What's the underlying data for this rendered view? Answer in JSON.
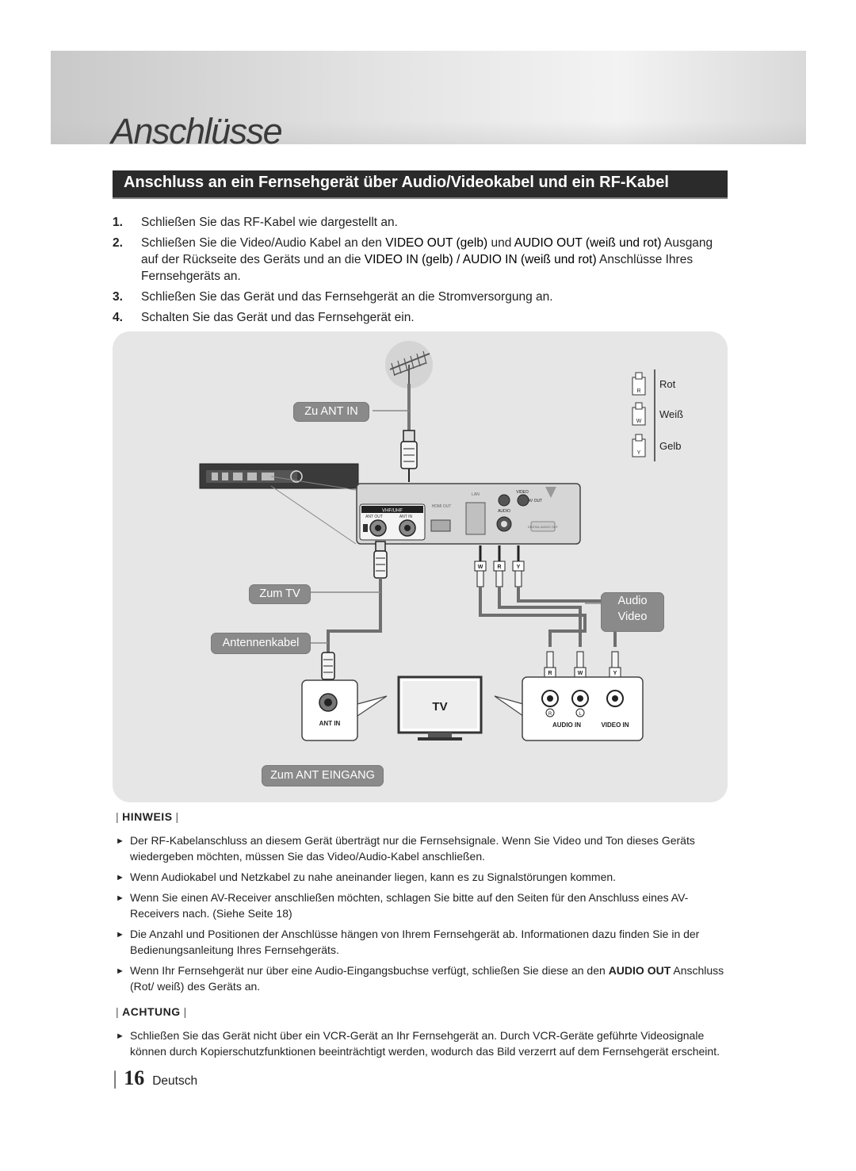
{
  "page": {
    "title": "Anschlüsse",
    "section_title": "Anschluss an ein Fernsehgerät über Audio/Videokabel und ein RF-Kabel",
    "page_number": "16",
    "language": "Deutsch"
  },
  "steps": [
    {
      "num": "1.",
      "parts": [
        "Schließen Sie das RF-Kabel wie dargestellt an."
      ]
    },
    {
      "num": "2.",
      "parts": [
        "Schließen Sie die Video/Audio Kabel an den ",
        "VIDEO OUT (gelb)",
        " und ",
        "AUDIO OUT (weiß und rot)",
        " Ausgang auf der Rückseite des Geräts und an die ",
        "VIDEO IN (gelb) / AUDIO IN (weiß und rot)",
        " Anschlüsse Ihres Fernsehgeräts an."
      ]
    },
    {
      "num": "3.",
      "parts": [
        "Schließen Sie das Gerät und das Fernsehgerät an die Stromversorgung an."
      ]
    },
    {
      "num": "4.",
      "parts": [
        "Schalten Sie das Gerät und das Fernsehgerät ein."
      ]
    }
  ],
  "diagram": {
    "labels": {
      "zu_ant_in": "Zu ANT IN",
      "zum_tv": "Zum TV",
      "antennenkabel": "Antennenkabel",
      "audio": "Audio",
      "video": "Video",
      "zum_ant_eingang": "Zum ANT EINGANG",
      "tv": "TV",
      "ant_in": "ANT IN",
      "audio_in": "AUDIO IN",
      "video_in": "VIDEO IN",
      "vhf_uhf": "VHF/UHF",
      "ant_out_small": "ANT OUT",
      "ant_in_small": "ANT IN",
      "hdmi_out": "HDMI OUT",
      "lan": "LAN",
      "video_small": "VIDEO",
      "audio_small": "AUDIO",
      "av_out": "AV OUT",
      "digital_audio_out": "DIGITAL AUDIO OUT",
      "r_circle": "R",
      "l_circle": "L"
    },
    "legend": [
      {
        "letter": "R",
        "name": "Rot"
      },
      {
        "letter": "W",
        "name": "Weiß"
      },
      {
        "letter": "Y",
        "name": "Gelb"
      }
    ],
    "plug_letters_device": [
      "W",
      "R",
      "Y"
    ],
    "plug_letters_tv": [
      "R",
      "W",
      "Y"
    ]
  },
  "notes": {
    "hinweis_title": "HINWEIS",
    "hinweis": [
      {
        "parts": [
          "Der RF-Kabelanschluss an diesem Gerät überträgt nur die Fernsehsignale. Wenn Sie Video und Ton dieses Geräts wiedergeben möchten, müssen Sie das Video/Audio-Kabel anschließen."
        ]
      },
      {
        "parts": [
          "Wenn Audiokabel und Netzkabel zu nahe aneinander liegen, kann es zu Signalstörungen kommen."
        ]
      },
      {
        "parts": [
          "Wenn Sie einen AV-Receiver anschließen möchten, schlagen Sie bitte auf den Seiten für den Anschluss eines AV-Receivers nach. (Siehe Seite 18)"
        ]
      },
      {
        "parts": [
          "Die Anzahl und Positionen der Anschlüsse hängen von Ihrem Fernsehgerät ab. Informationen dazu finden Sie in der Bedienungsanleitung Ihres Fernsehgeräts."
        ]
      },
      {
        "parts": [
          "Wenn Ihr Fernsehgerät nur über eine Audio-Eingangsbuchse verfügt, schließen Sie diese an den ",
          "AUDIO OUT",
          " Anschluss (Rot/ weiß) des Geräts an."
        ]
      }
    ],
    "achtung_title": "ACHTUNG",
    "achtung": [
      {
        "parts": [
          "Schließen Sie das Gerät nicht über ein VCR-Gerät an Ihr Fernsehgerät an. Durch VCR-Geräte geführte Videosignale können durch Kopierschutzfunktionen beeinträchtigt werden, wodurch das Bild verzerrt auf dem Fernsehgerät erscheint."
        ]
      }
    ]
  },
  "colors": {
    "section_bar": "#2b2b2b",
    "diagram_bg": "#e6e6e6",
    "pill": "#8a8a8a"
  }
}
